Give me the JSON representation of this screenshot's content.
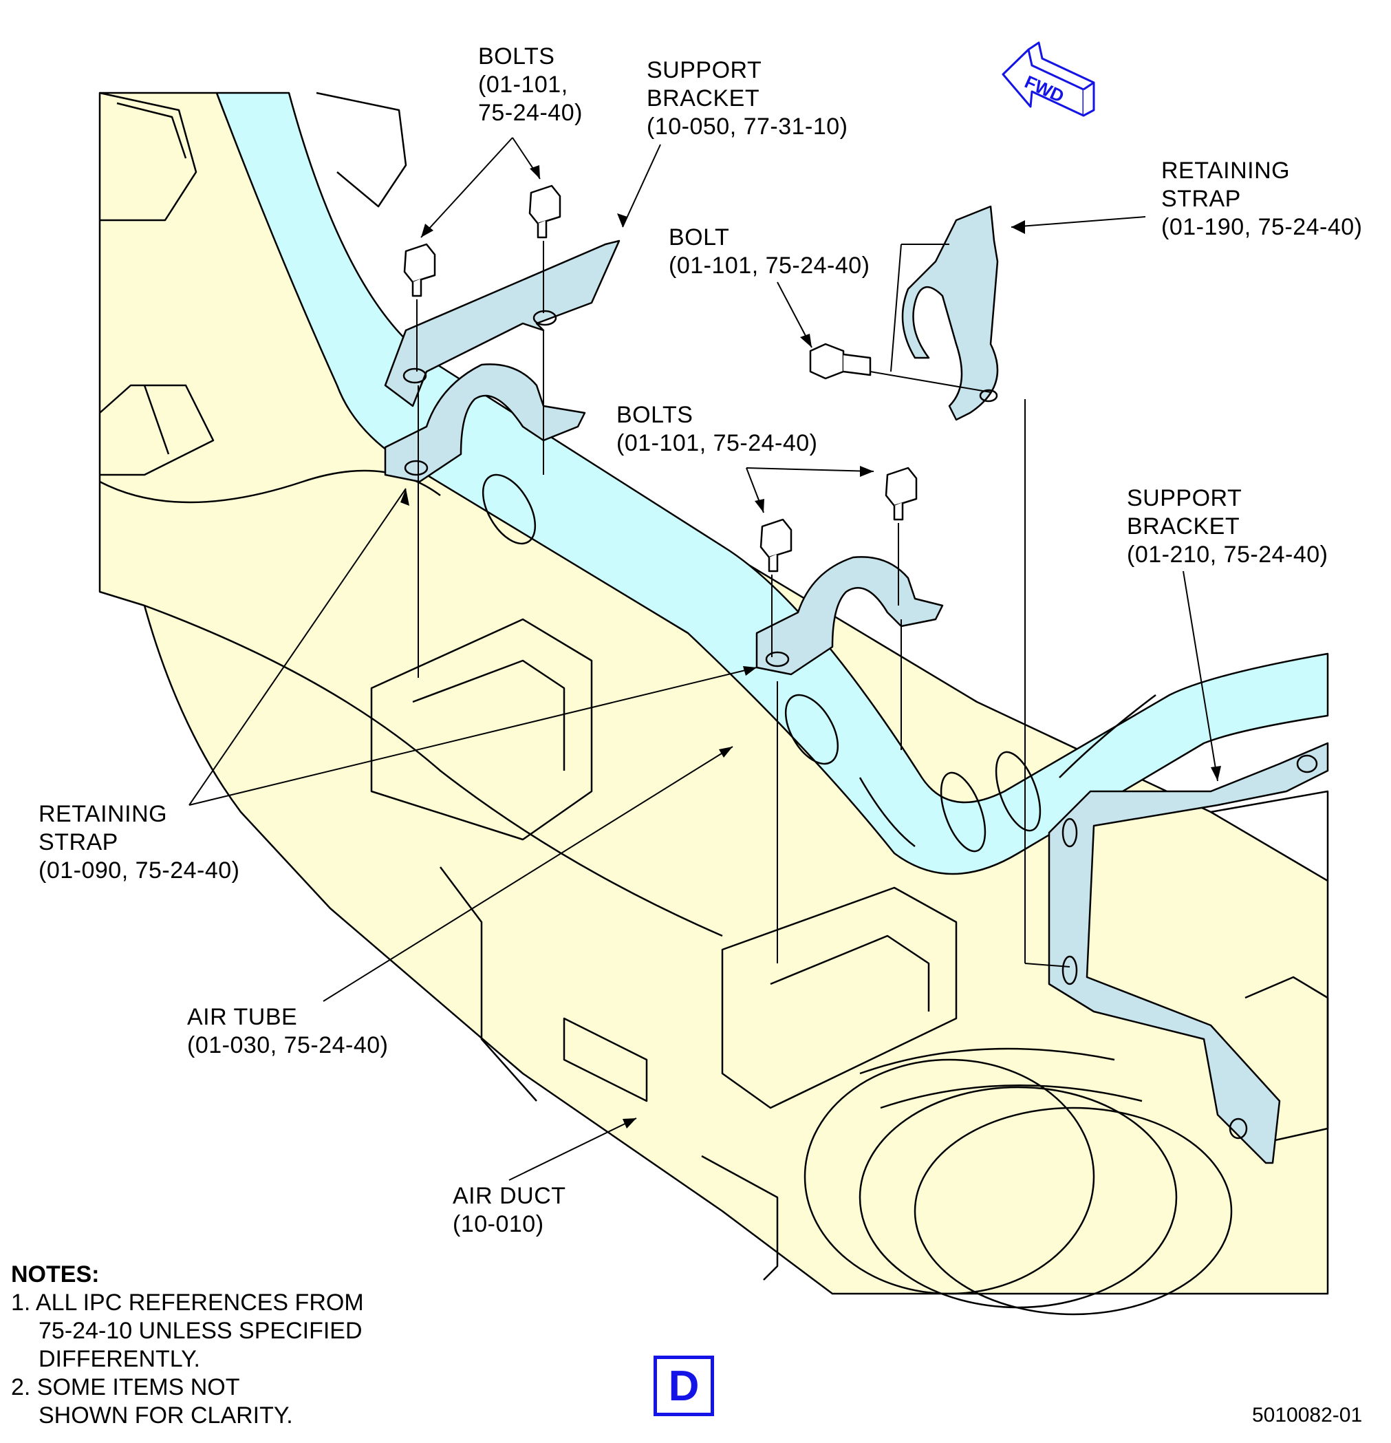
{
  "labels": {
    "bolts_top": [
      "BOLTS",
      "(01-101,",
      "75-24-40)"
    ],
    "support_bracket_top": [
      "SUPPORT",
      "BRACKET",
      "(10-050, 77-31-10)"
    ],
    "bolt_mid": [
      "BOLT",
      "(01-101, 75-24-40)"
    ],
    "retaining_strap_right": [
      "RETAINING",
      "STRAP",
      "(01-190, 75-24-40)"
    ],
    "bolts_mid": [
      "BOLTS",
      "(01-101, 75-24-40)"
    ],
    "support_bracket_right": [
      "SUPPORT",
      "BRACKET",
      "(01-210, 75-24-40)"
    ],
    "retaining_strap_left": [
      "RETAINING",
      "STRAP",
      "(01-090, 75-24-40)"
    ],
    "air_tube": [
      "AIR TUBE",
      "(01-030, 75-24-40)"
    ],
    "air_duct": [
      "AIR DUCT",
      "(10-010)"
    ]
  },
  "fwd_label": "FWD",
  "notes": {
    "heading": "NOTES:",
    "items": [
      [
        "1. ALL IPC REFERENCES FROM",
        "75-24-10 UNLESS SPECIFIED",
        "DIFFERENTLY."
      ],
      [
        "2. SOME ITEMS NOT",
        "SHOWN FOR CLARITY."
      ]
    ]
  },
  "view_letter": "D",
  "figure_number": "5010082-01",
  "colors": {
    "duct_fill": "#fdfcd4",
    "tube_fill": "#cbfbfd",
    "bracket_fill": "#c7e3ec",
    "outline": "#000000",
    "accent_blue": "#1414e6"
  }
}
